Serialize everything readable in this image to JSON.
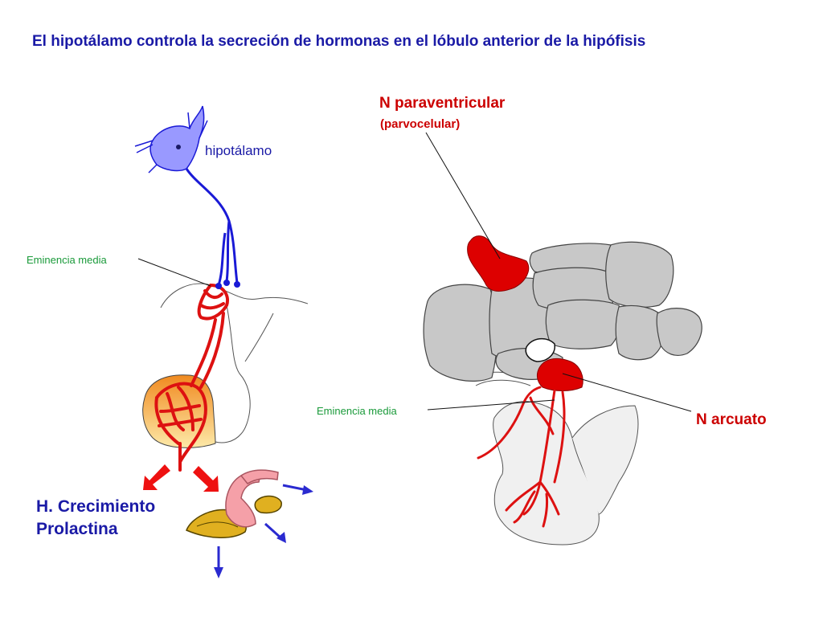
{
  "title": "El hipotálamo controla la secreción de hormonas en el lóbulo anterior de la hipófisis",
  "left_panel": {
    "hypothalamus_label": "hipotálamo",
    "median_eminence_label": "Eminencia media",
    "hormones_line1": "H. Crecimiento",
    "hormones_line2": "Prolactina"
  },
  "right_panel": {
    "paraventricular_label": "N paraventricular",
    "paraventricular_sublabel": "(parvocelular)",
    "median_eminence_label": "Eminencia media",
    "arcuate_label": "N arcuato"
  },
  "colors": {
    "title_blue": "#1a1aa6",
    "neuron_blue": "#9999ff",
    "axon_blue": "#1a1ad6",
    "vessel_red": "#dd1111",
    "label_green": "#1a9a3a",
    "nucleus_red": "#dd0000",
    "pituitary_orange": "#f5b84a",
    "brain_gray": "#c8c8c8",
    "arrow_red": "#ee1111",
    "arrow_blue": "#2a2ad0"
  }
}
